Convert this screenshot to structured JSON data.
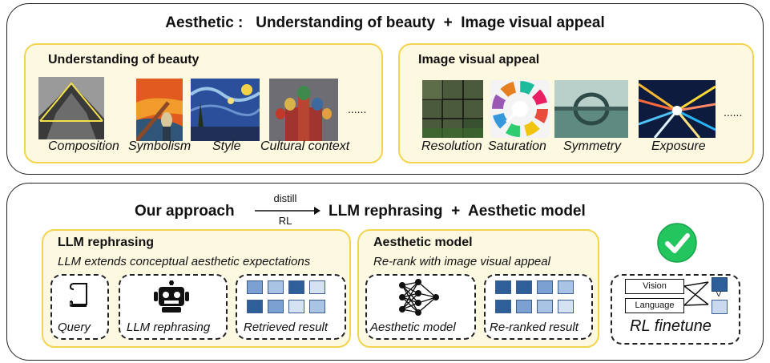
{
  "top": {
    "title": "Aesthetic :   Understanding of beauty  +  Image visual appeal",
    "beauty": {
      "heading": "Understanding of beauty",
      "items": [
        "Composition",
        "Symbolism",
        "Style",
        "Cultural context"
      ],
      "more": "......"
    },
    "appeal": {
      "heading": "Image visual appeal",
      "items": [
        "Resolution",
        "Saturation",
        "Symmetry",
        "Exposure"
      ],
      "more": "......"
    }
  },
  "bottom": {
    "title_left": "Our approach",
    "arrow_top": "distill",
    "arrow_bottom": "RL",
    "title_right": "LLM rephrasing  +  Aesthetic model",
    "rephrase": {
      "heading": "LLM rephrasing",
      "subtitle": "LLM extends conceptual aesthetic expectations",
      "boxes": [
        "Query",
        "LLM rephrasing",
        "Retrieved result"
      ]
    },
    "aesthetic": {
      "heading": "Aesthetic model",
      "subtitle": "Re-rank with image visual appeal",
      "boxes": [
        "Aesthetic model",
        "Re-ranked result"
      ]
    },
    "rl": {
      "vision": "Vision",
      "language": "Language",
      "compare": ">",
      "label": "RL finetune"
    }
  },
  "colors": {
    "yellow_border": "#f3d44f",
    "yellow_fill": "#fdf9e1",
    "check_green": "#22c55e",
    "square_dark": "#2e5f99",
    "square_mid": "#7aa1d2",
    "square_light": "#c9daee"
  }
}
